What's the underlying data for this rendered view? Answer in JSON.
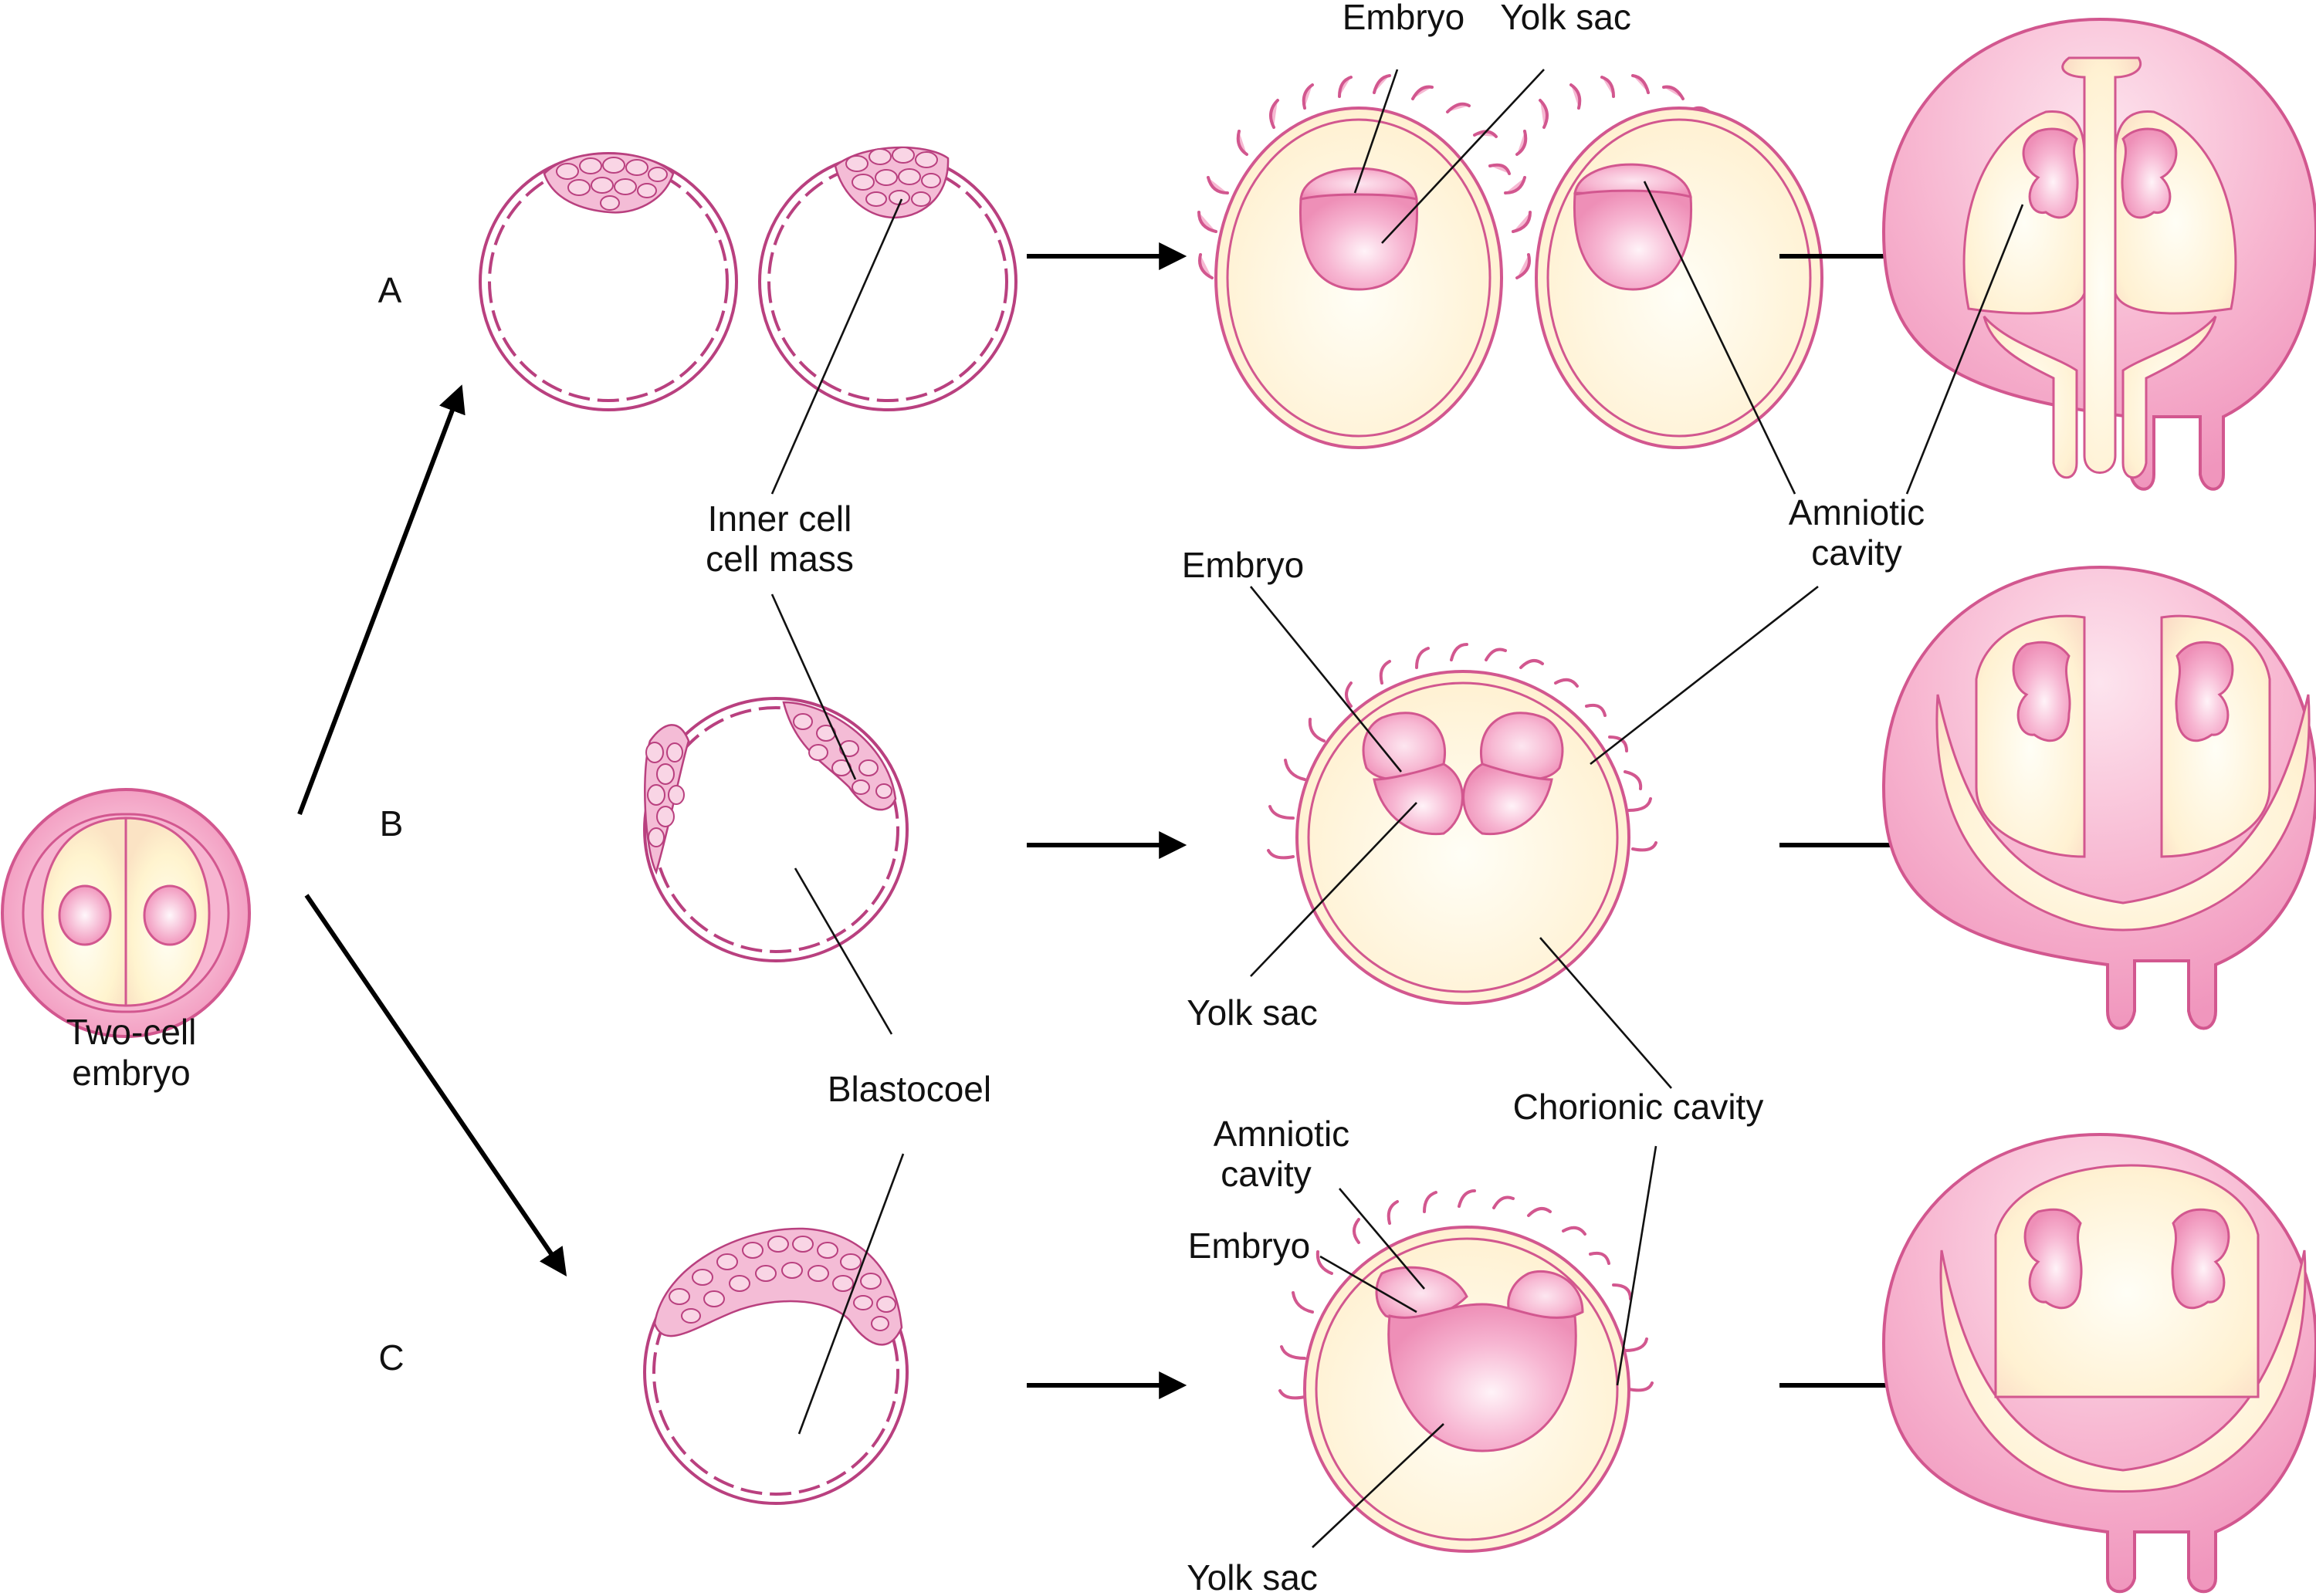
{
  "rows": [
    {
      "id": "A",
      "label": "A"
    },
    {
      "id": "B",
      "label": "B"
    },
    {
      "id": "C",
      "label": "C"
    }
  ],
  "labels": {
    "two_cell_line1": "Two-cell",
    "two_cell_line2": "embryo",
    "inner_cell_mass_line1": "Inner cell",
    "inner_cell_mass_line2": "cell mass",
    "blastocoel": "Blastocoel",
    "a_embryo": "Embryo",
    "a_yolk_sac": "Yolk sac",
    "amniotic_cavity_line1": "Amniotic",
    "amniotic_cavity_line2": "cavity",
    "b_embryo": "Embryo",
    "b_yolk_sac": "Yolk sac",
    "chorionic_cavity": "Chorionic cavity",
    "c_amniotic_line1": "Amniotic",
    "c_amniotic_line2": "cavity",
    "c_embryo": "Embryo",
    "c_yolk_sac": "Yolk sac"
  },
  "colors": {
    "tissue_pink": "#f2a8c8",
    "tissue_edge": "#d2578f",
    "cream": "#fffbe3",
    "yolk_core": "#fbe1ee",
    "leader_line": "#111111",
    "arrow": "#000000"
  }
}
